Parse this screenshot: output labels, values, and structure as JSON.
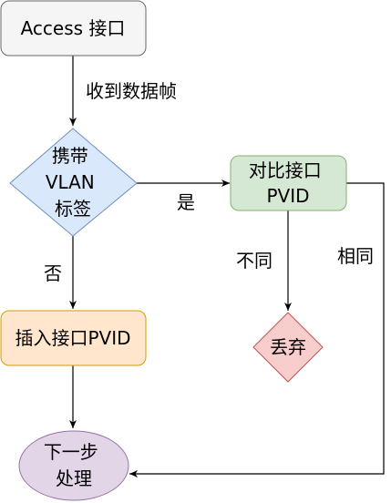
{
  "nodes": {
    "access_port": {
      "label": "Access 接口",
      "fill": "#f5f5f5",
      "stroke": "#666666"
    },
    "tagged": {
      "label_lines": [
        "携带",
        "VLAN",
        "标签"
      ],
      "fill": "#dae8fc",
      "stroke": "#6c8ebf"
    },
    "compare_pvid": {
      "label_lines": [
        "对比接口",
        "PVID"
      ],
      "fill": "#d5e8d4",
      "stroke": "#82b366"
    },
    "insert_pvid": {
      "label": "插入接口PVID",
      "fill": "#ffe6cc",
      "stroke": "#d79b00"
    },
    "discard": {
      "label": "丢弃",
      "fill": "#f8cecc",
      "stroke": "#b85450"
    },
    "next_step": {
      "label_lines": [
        "下一步",
        "处理"
      ],
      "fill": "#e1d5e7",
      "stroke": "#9673a6"
    }
  },
  "edges": {
    "receive": "收到数据帧",
    "yes": "是",
    "no": "否",
    "different": "不同",
    "same": "相同"
  },
  "colors": {
    "edge": "#000000"
  }
}
